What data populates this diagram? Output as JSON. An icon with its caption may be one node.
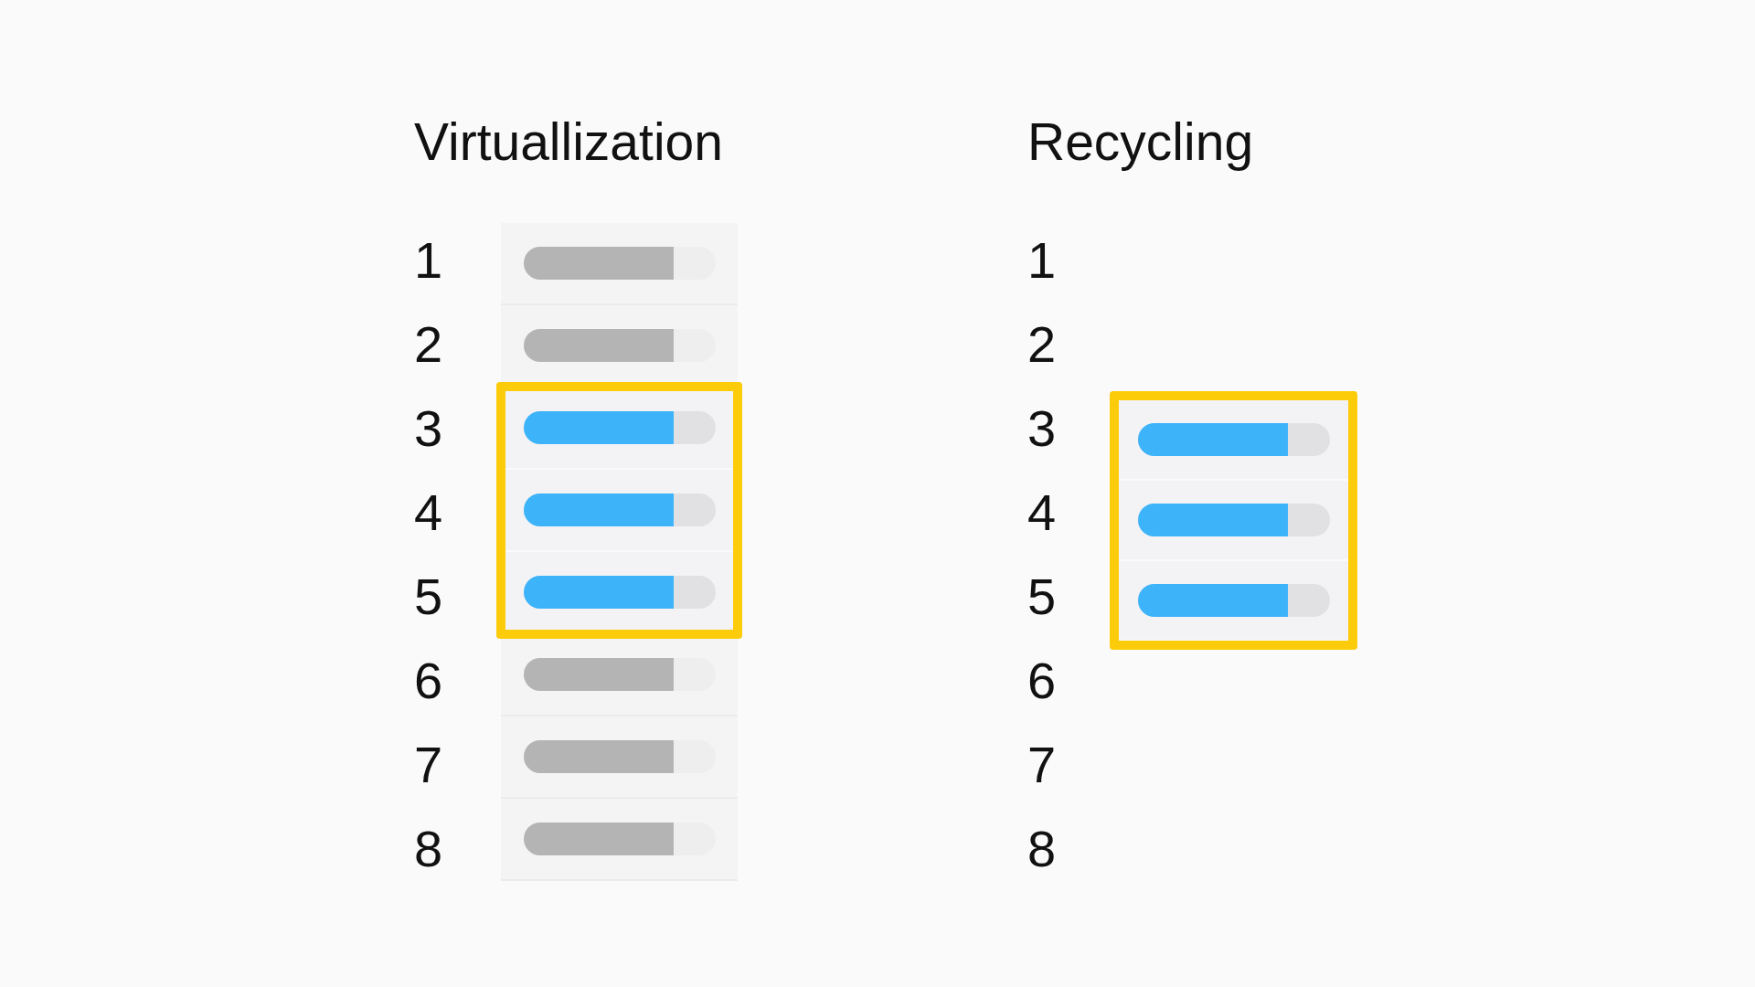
{
  "diagram": {
    "labels": [
      "Virtuallization",
      "1",
      "2",
      "3",
      "4",
      "5",
      "6",
      "7",
      "8",
      "Recycling",
      "1",
      "2",
      "3",
      "4",
      "5",
      "6",
      "7",
      "8"
    ]
  }
}
